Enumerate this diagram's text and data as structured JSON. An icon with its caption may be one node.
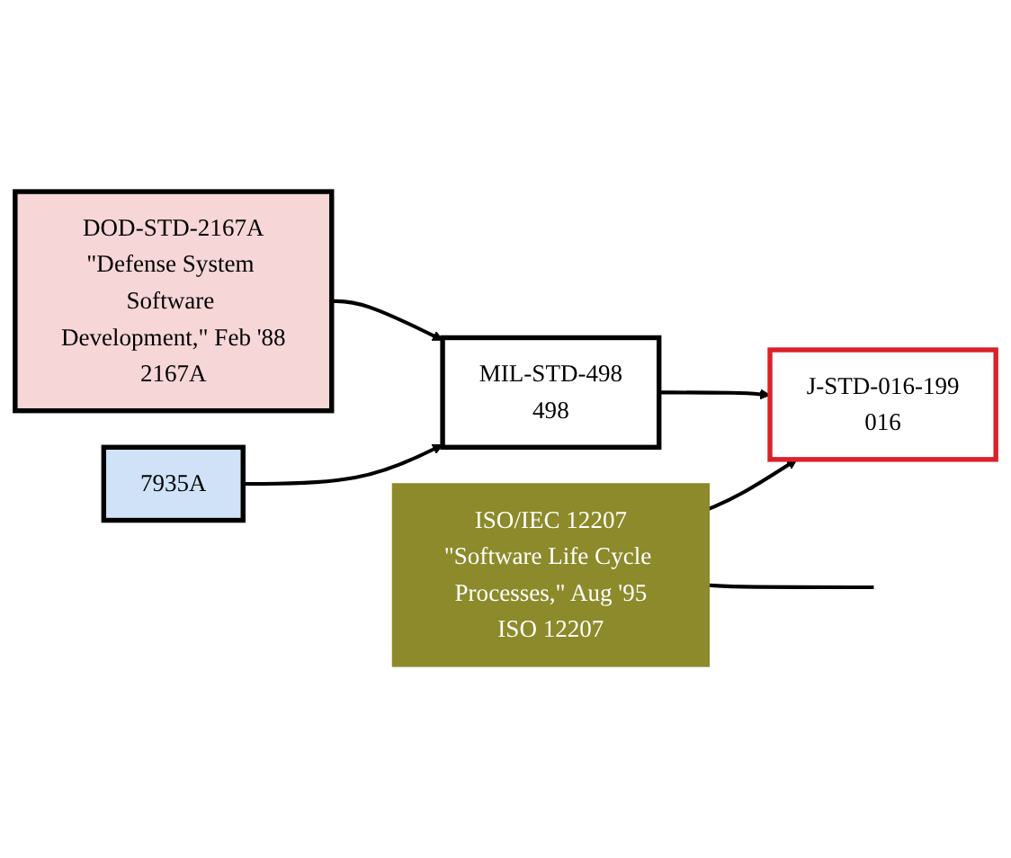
{
  "diagram": {
    "nodes": [
      {
        "text": [
          "DOD-STD-2167A",
          "\"Defense System Software Development,\" Feb '88",
          "2167A"
        ]
      },
      {
        "text": [
          "ISO/IEC 12207",
          "\"Software Life Cycle Processes,\" Aug '95",
          "ISO 12207"
        ]
      },
      {
        "text": [
          "7935A"
        ]
      },
      {
        "text": [
          "MIL-STD-498",
          "498"
        ]
      },
      {
        "text": [
          "J-STD-016-199",
          "016"
        ]
      }
    ],
    "edges": [
      {
        "from": 0,
        "to": 3,
        "arrow": "to"
      },
      {
        "from": 2,
        "to": 3,
        "arrow": "to"
      },
      {
        "from": 3,
        "to": 4,
        "arrow": "to"
      },
      {
        "from": 1,
        "to": 4,
        "arrow": "to"
      },
      {
        "from": 1,
        "to": null,
        "arrow": "none"
      }
    ]
  }
}
